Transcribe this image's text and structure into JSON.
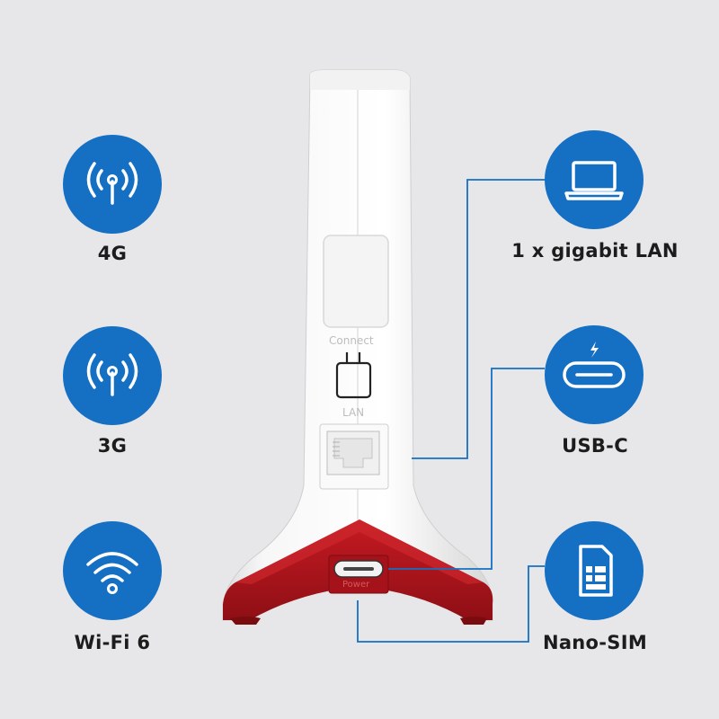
{
  "brand_color": "#1570c4",
  "accent_red": "#b5141c",
  "features_left": [
    {
      "label": "4G",
      "icon": "antenna-signal-icon"
    },
    {
      "label": "3G",
      "icon": "antenna-signal-icon"
    },
    {
      "label": "Wi-Fi 6",
      "icon": "wifi-icon"
    }
  ],
  "features_right": [
    {
      "label": "1 x gigabit LAN",
      "icon": "laptop-icon"
    },
    {
      "label": "USB-C",
      "icon": "usb-c-icon"
    },
    {
      "label": "Nano-SIM",
      "icon": "sim-card-icon"
    }
  ],
  "device": {
    "connect_label": "Connect",
    "lan_label": "LAN",
    "power_label": "Power"
  }
}
